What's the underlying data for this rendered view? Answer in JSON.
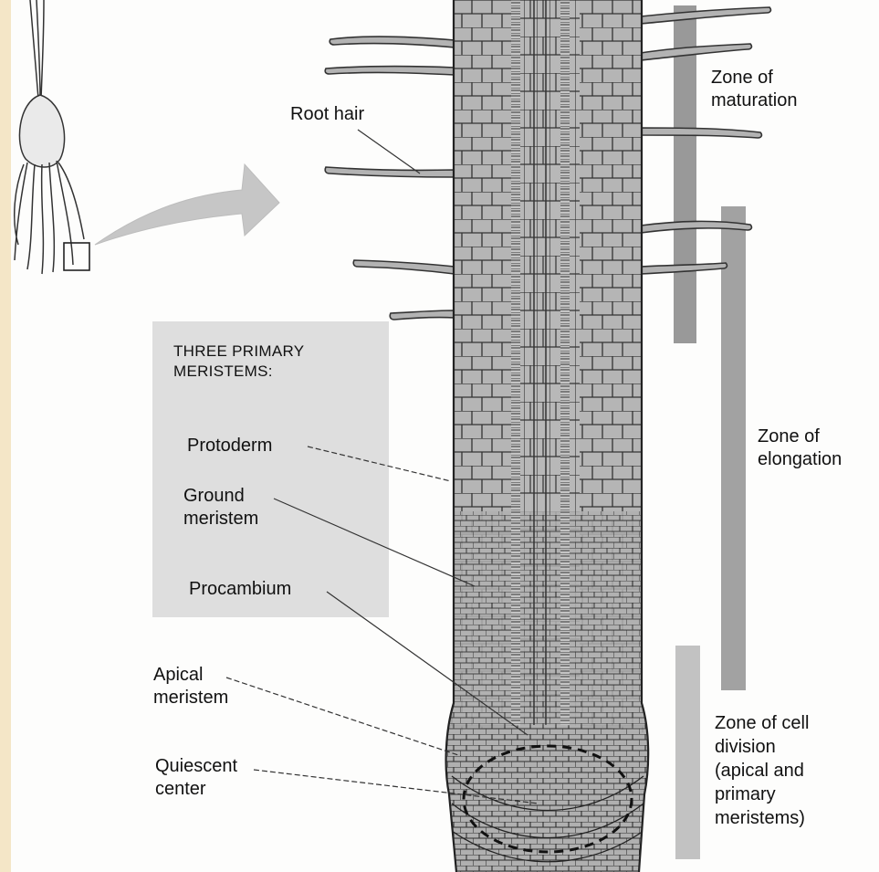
{
  "labels": {
    "root_hair": "Root hair",
    "zone_maturation": [
      "Zone of",
      "maturation"
    ],
    "zone_elongation": [
      "Zone of",
      "elongation"
    ],
    "zone_cell_division": [
      "Zone of cell",
      "division",
      "(apical and",
      "primary",
      "meristems)"
    ],
    "meristems_title": [
      "THREE PRIMARY",
      "MERISTEMS:"
    ],
    "protoderm": "Protoderm",
    "ground_meristem": [
      "Ground",
      "meristem"
    ],
    "procambium": "Procambium",
    "apical_meristem": [
      "Apical",
      "meristem"
    ],
    "quiescent_center": [
      "Quiescent",
      "center"
    ]
  },
  "colors": {
    "background": "#f7edd5",
    "panel": "#fdfdfc",
    "root_tissue": "#b3b3b3",
    "cell_outline": "#3a3a3a",
    "zone_bar": "#999999",
    "meristem_box": "#dedede",
    "arrow": "#c6c6c6"
  }
}
